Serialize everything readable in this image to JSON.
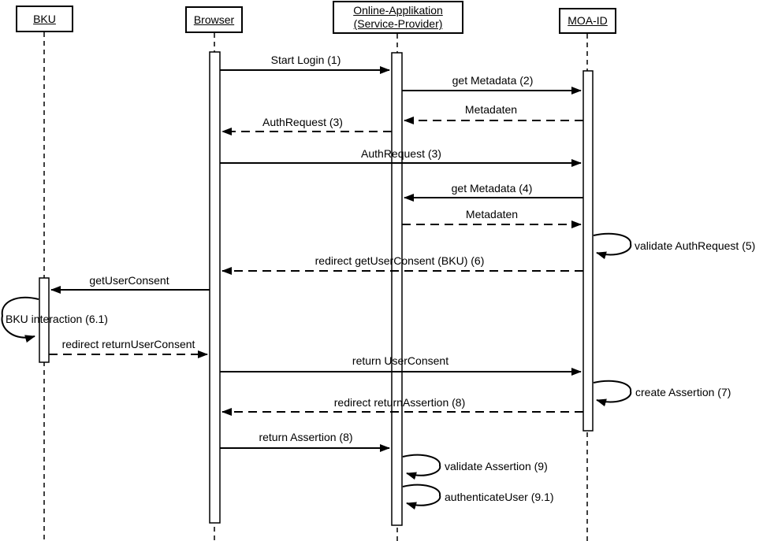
{
  "diagram": {
    "type": "uml-sequence-diagram",
    "colors": {
      "line": "#000000",
      "background": "#ffffff",
      "activation_fill": "#ffffff"
    },
    "actors": [
      {
        "id": "bku",
        "label": "BKU"
      },
      {
        "id": "browser",
        "label": "Browser"
      },
      {
        "id": "online-app",
        "label": "Online-Applikation (Service-Provider)"
      },
      {
        "id": "moa-id",
        "label": "MOA-ID"
      }
    ],
    "messages": [
      {
        "label": "Start Login (1)",
        "from": "browser",
        "to": "online-app",
        "style": "solid"
      },
      {
        "label": "get Metadata (2)",
        "from": "online-app",
        "to": "moa-id",
        "style": "solid"
      },
      {
        "label": "Metadaten",
        "from": "moa-id",
        "to": "online-app",
        "style": "dashed"
      },
      {
        "label": "AuthRequest (3)",
        "from": "online-app",
        "to": "browser",
        "style": "dashed"
      },
      {
        "label": "AuthRequest (3)",
        "from": "browser",
        "to": "moa-id",
        "style": "solid"
      },
      {
        "label": "get Metadata (4)",
        "from": "moa-id",
        "to": "online-app",
        "style": "solid"
      },
      {
        "label": "Metadaten",
        "from": "online-app",
        "to": "moa-id",
        "style": "dashed"
      },
      {
        "label": "validate AuthRequest (5)",
        "from": "moa-id",
        "to": "moa-id",
        "style": "self"
      },
      {
        "label": "redirect getUserConsent (BKU) (6)",
        "from": "moa-id",
        "to": "browser",
        "style": "dashed"
      },
      {
        "label": "getUserConsent",
        "from": "browser",
        "to": "bku",
        "style": "solid"
      },
      {
        "label": "BKU interaction (6.1)",
        "from": "bku",
        "to": "bku",
        "style": "self"
      },
      {
        "label": "redirect returnUserConsent",
        "from": "bku",
        "to": "browser",
        "style": "dashed"
      },
      {
        "label": "return UserConsent",
        "from": "browser",
        "to": "moa-id",
        "style": "solid"
      },
      {
        "label": "create Assertion (7)",
        "from": "moa-id",
        "to": "moa-id",
        "style": "self"
      },
      {
        "label": "redirect returnAssertion (8)",
        "from": "moa-id",
        "to": "browser",
        "style": "dashed"
      },
      {
        "label": "return Assertion (8)",
        "from": "browser",
        "to": "online-app",
        "style": "solid"
      },
      {
        "label": "validate Assertion (9)",
        "from": "online-app",
        "to": "online-app",
        "style": "self"
      },
      {
        "label": "authenticateUser (9.1)",
        "from": "online-app",
        "to": "online-app",
        "style": "self"
      }
    ]
  }
}
